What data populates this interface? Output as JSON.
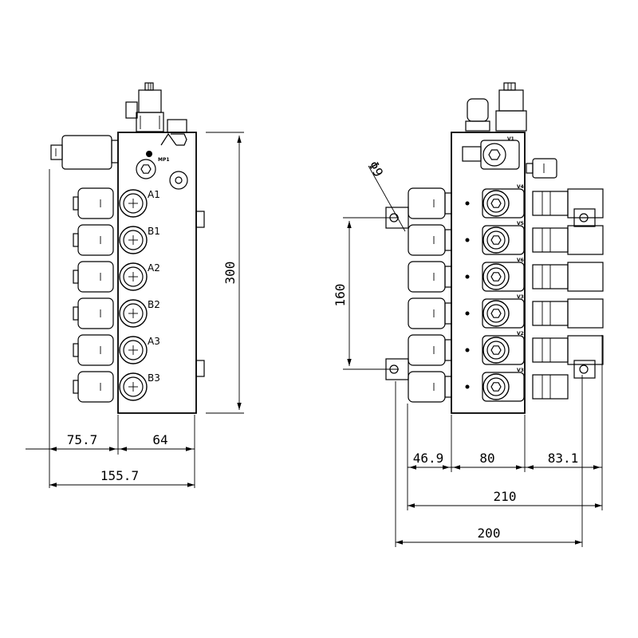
{
  "left_view": {
    "port_labels": [
      "A1",
      "B1",
      "A2",
      "B2",
      "A3",
      "B3"
    ],
    "test_port_label": "MP1",
    "dimensions": {
      "height": "300",
      "left_overhang": "75.7",
      "block_width": "64",
      "overall_width": "155.7"
    }
  },
  "right_view": {
    "valve_label_top": "V1",
    "valve_labels": [
      "V4",
      "V5",
      "V6",
      "V3",
      "V2",
      "V3"
    ],
    "dimensions": {
      "hole_dia": "Φ9",
      "hole_spacing": "160",
      "seg_left": "46.9",
      "seg_mid": "80",
      "seg_right": "83.1",
      "overall_210": "210",
      "overall_200": "200"
    }
  }
}
